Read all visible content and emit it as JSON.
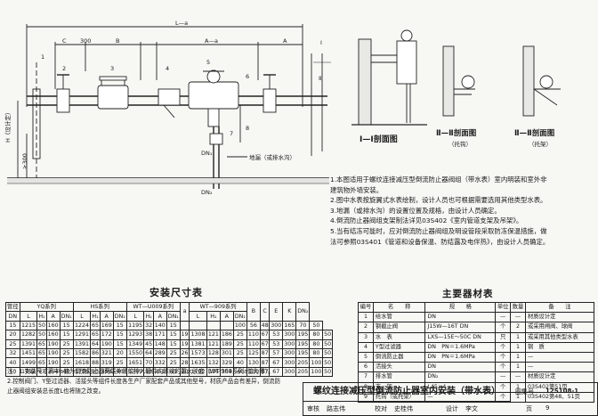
{
  "drawing": {
    "labels": {
      "L_a": "L—a",
      "C": "C",
      "dim300": "300",
      "B": "B",
      "A_a": "A—a",
      "A": "A",
      "II": "Ⅱ",
      "H_ref": "H（设计定）",
      "H300": "≥300",
      "DN1": "DN₁",
      "DN2": "DN₂",
      "floor_drain": "地漏（或排水沟）",
      "n1": "1",
      "n2": "2",
      "n3": "3",
      "n4": "4",
      "n5": "5",
      "n6": "6",
      "n7": "7",
      "n8": "8"
    },
    "sections": {
      "s1": "Ⅰ—Ⅰ剖面图",
      "s2": "Ⅱ—Ⅱ剖面图",
      "s2_sub": "（托钩）",
      "s3": "Ⅱ—Ⅱ剖面图",
      "s3_sub": "（托架）",
      "I": "Ⅰ"
    }
  },
  "notes": [
    "1.本图适用于螺纹连接减压型倒流防止器阀组（带水表）室内明装和室外非",
    "   建筑物外墙安装。",
    "2.图中水表按旋翼式水表绘制，设计人员也可根据需要选用其他类型水表。",
    "3.地漏（或排水沟）的设置位置及规格，由设计人员确定。",
    "4.倒流防止器阀组支架制法详见03S402《室内管道支架及吊架》。",
    "5.当有结冻可能时，应对倒流防止器阀组及明设管段采取防冻保温措施，做",
    "   法可参照03S401《管道和设备保温、防结露及电伴热》，由设计人员确定。"
  ],
  "dimension_table": {
    "title": "安装尺寸表",
    "header1": [
      "管径",
      "YQ系列",
      "HS系列",
      "WT—U009系列",
      "a",
      "WT—909系列",
      "B",
      "C",
      "E",
      "K",
      "DN₂"
    ],
    "header2": [
      "DN",
      "L",
      "H₁",
      "A",
      "DN₁",
      "L",
      "H₁",
      "A",
      "DN₁",
      "L",
      "H₁",
      "A",
      "DN₁",
      "L",
      "H₁",
      "A",
      "DN₁"
    ],
    "rows": [
      [
        "15",
        "1215",
        "50",
        "160",
        "15",
        "1224",
        "65",
        "169",
        "15",
        "1195",
        "32",
        "140",
        "15",
        "",
        "",
        "",
        "",
        "100",
        "56",
        "48",
        "300",
        "165",
        "70",
        "50"
      ],
      [
        "20",
        "1282",
        "50",
        "160",
        "15",
        "1291",
        "65",
        "172",
        "15",
        "1293",
        "38",
        "171",
        "15",
        "19",
        "1308",
        "121",
        "186",
        "25",
        "110",
        "67",
        "53",
        "300",
        "195",
        "80",
        "50"
      ],
      [
        "25",
        "1391",
        "65",
        "190",
        "25",
        "1391",
        "64",
        "190",
        "15",
        "1349",
        "45",
        "148",
        "15",
        "19",
        "1381",
        "121",
        "189",
        "25",
        "110",
        "67",
        "53",
        "300",
        "195",
        "80",
        "50"
      ],
      [
        "32",
        "1451",
        "65",
        "190",
        "25",
        "1582",
        "86",
        "321",
        "20",
        "1550",
        "64",
        "289",
        "25",
        "26",
        "1573",
        "128",
        "301",
        "25",
        "125",
        "87",
        "57",
        "300",
        "195",
        "80",
        "50"
      ],
      [
        "40",
        "1499",
        "65",
        "190",
        "25",
        "1618",
        "88",
        "319",
        "25",
        "1651",
        "70",
        "332",
        "25",
        "28",
        "1635",
        "132",
        "329",
        "40",
        "130",
        "87",
        "67",
        "300",
        "205",
        "100",
        "50"
      ],
      [
        "50",
        "1792",
        "93",
        "354",
        "40",
        "1796",
        "93",
        "358",
        "40",
        "1789",
        "88",
        "351",
        "40",
        "30",
        "1792",
        "176",
        "354",
        "40",
        "130",
        "87",
        "67",
        "300",
        "205",
        "100",
        "50"
      ]
    ]
  },
  "footnotes": [
    "注：1.安装尺寸表中a值为倒流防止器两端外螺纹拧入管件内螺纹的最大长度（WT-909系列a值为零）。",
    "   2.控制阀门、Y型过滤器、活接头等组件长度各生产厂家配套产品或其他型号，材质产品会有差异，倒流防",
    "      止器阀组安装总长度L也将随之改变。"
  ],
  "materials": {
    "title": "主要器材表",
    "header": [
      "编号",
      "名　　称",
      "规　　格",
      "单位",
      "数量",
      "备　　注"
    ],
    "rows": [
      [
        "1",
        "给水管",
        "DN",
        "—",
        "—",
        "材质设计定"
      ],
      [
        "2",
        "钢截止阀",
        "J15W—16T DN",
        "个",
        "2",
        "或采用闸阀、球阀"
      ],
      [
        "3",
        "水　表",
        "LXS—15E～50C DN",
        "只",
        "1",
        "或采用其他类型水表"
      ],
      [
        "4",
        "Y型过滤器",
        "DN　PN＝1.6MPa",
        "个",
        "1",
        "铜　质"
      ],
      [
        "5",
        "倒流防止器",
        "DN　PN＝1.6MPa",
        "个",
        "1",
        "—"
      ],
      [
        "6",
        "活接头",
        "DN",
        "个",
        "1",
        "—"
      ],
      [
        "7",
        "排水管",
        "DN₂",
        "—",
        "—",
        "材质设计定"
      ],
      [
        "8",
        "支　架",
        "L45×4",
        "个",
        "1",
        "03S402第51页"
      ],
      [
        "9",
        "托钩（或托架）",
        "—",
        "个",
        "1",
        "03S402第48、51页"
      ]
    ]
  },
  "title_block": {
    "title": "螺纹连接减压型倒流防止器室内安装（带水表）",
    "set_label": "图集号",
    "set_no": "12S108-1",
    "review": "审核",
    "reviewer": "路志伟",
    "check": "校对",
    "checker": "史桂伟",
    "design": "设计",
    "designer": "李文",
    "page_label": "页",
    "page_no": "9"
  }
}
